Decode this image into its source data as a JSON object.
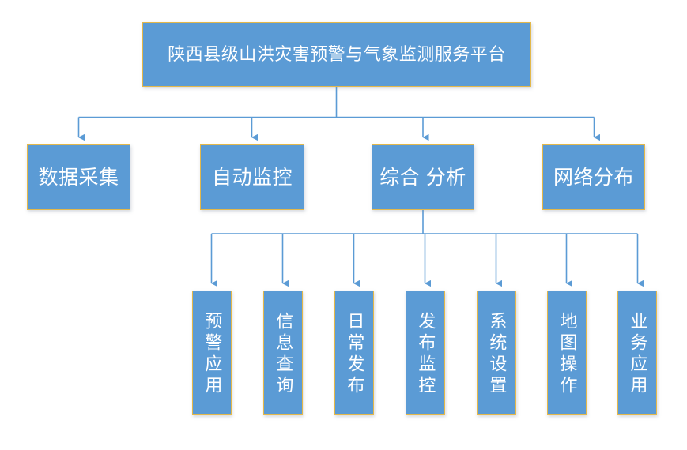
{
  "diagram": {
    "type": "organization-hierarchy",
    "title": "陕西县级山洪灾害预警与气象监测服务平台",
    "colors": {
      "node_fill": "#5B9BD5",
      "node_border": "#E3B84B",
      "connector": "#5B9BD5",
      "node_text": "#FFFFFF",
      "background": "#FFFFFF"
    },
    "root": {
      "label": "陕西县级山洪灾害预警与气象监测服务平台"
    },
    "level2": [
      {
        "label": "数据采集"
      },
      {
        "label": "自动监控"
      },
      {
        "label": "综合 分析"
      },
      {
        "label": "网络分布"
      }
    ],
    "level3_parent": "综合 分析",
    "level3": [
      {
        "label": "预警应用"
      },
      {
        "label": "信息查询"
      },
      {
        "label": "日常发布"
      },
      {
        "label": "发布监控"
      },
      {
        "label": "系统设置"
      },
      {
        "label": "地图操作"
      },
      {
        "label": "业务应用"
      }
    ]
  }
}
